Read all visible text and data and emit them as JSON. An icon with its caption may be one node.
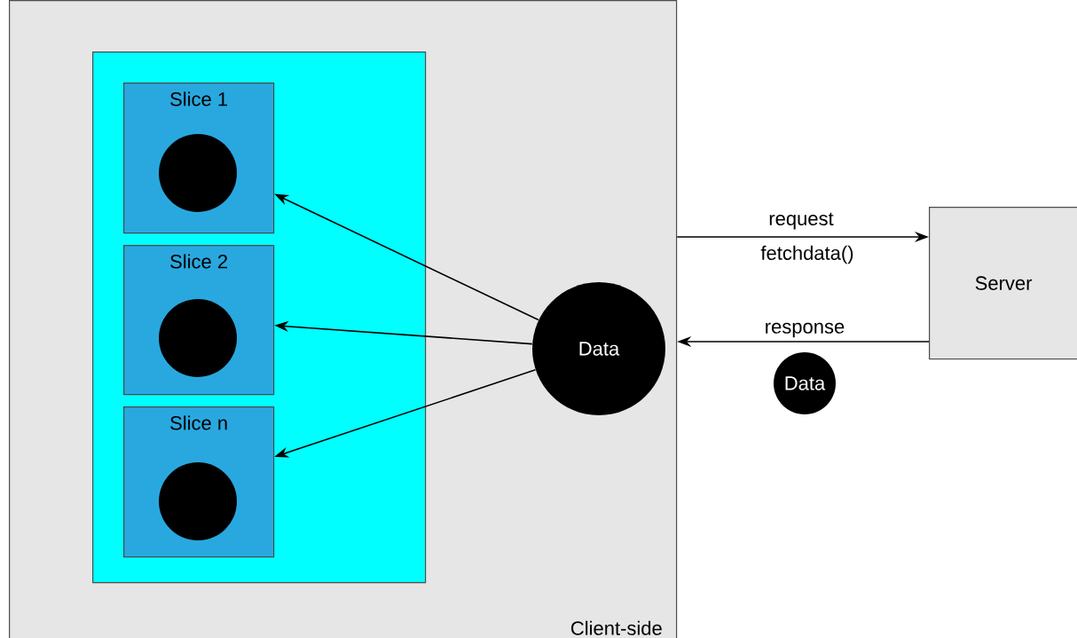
{
  "diagram": {
    "nodes": [
      {
        "text": [
          "Client-side"
        ]
      },
      {
        "text": [],
        "shape": "box",
        "in": 0
      },
      {
        "text": [
          "Slice 1"
        ],
        "in": 1
      },
      {
        "text": [],
        "shape": "circle",
        "in": 2
      },
      {
        "text": [
          "Slice 2"
        ],
        "in": 1
      },
      {
        "text": [],
        "shape": "circle",
        "in": 4
      },
      {
        "text": [
          "Slice n"
        ],
        "in": 1
      },
      {
        "text": [],
        "shape": "circle",
        "in": 6
      },
      {
        "text": [
          "Data"
        ],
        "in": 0
      },
      {
        "text": [
          "Server"
        ]
      },
      {
        "text": [
          "Data"
        ]
      }
    ],
    "edges": [
      {
        "from": 8,
        "to": 2,
        "arrow": "to"
      },
      {
        "from": 8,
        "to": 4,
        "arrow": "to"
      },
      {
        "from": 8,
        "to": 6,
        "arrow": "to"
      },
      {
        "from": 0,
        "to": 9,
        "arrow": "to",
        "label": "request"
      },
      {
        "from": 9,
        "to": 0,
        "arrow": "to",
        "label": "response"
      }
    ],
    "labels": [
      "fetchdata()"
    ]
  }
}
